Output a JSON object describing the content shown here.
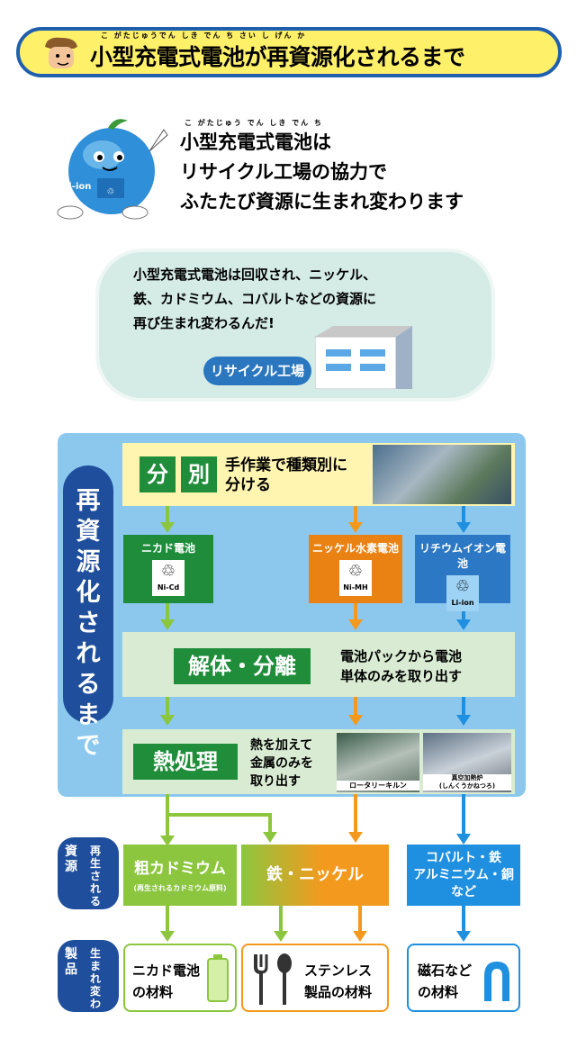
{
  "banner": {
    "title": "小型充電式電池が再資源化されるまで",
    "ruby": "こ がたじゅうでん しき でん  ち                さい  し  げん  か"
  },
  "intro": {
    "ruby": "こ  がたじゅう でん しき でん  ち",
    "line1": "小型充電式電池は",
    "line2": "リサイクル工場の協力で",
    "line3": "ふたたび資源に生まれ変わります",
    "mascot_label": "Li-ion"
  },
  "panel": {
    "line1": "小型充電式電池は回収され、ニッケル、",
    "line2": "鉄、カドミウム、コバルトなどの資源に",
    "line3": "再び生まれ変わるんだ!",
    "badge": "リサイクル工場"
  },
  "side_label": "再資源化されるまで",
  "sort": {
    "tag1": "分",
    "tag2": "別",
    "text1": "手作業で種類別に",
    "text2": "分ける"
  },
  "batteries": [
    {
      "name": "ニカド電池",
      "code": "Ni-Cd",
      "color": "#1e8c3a"
    },
    {
      "name": "ニッケル水素電池",
      "code": "Ni-MH",
      "color": "#e98212"
    },
    {
      "name": "リチウムイオン電池",
      "code": "Li-ion",
      "color": "#2d78c4"
    }
  ],
  "dismantle": {
    "tag": "解体・分離",
    "text1": "電池パックから電池",
    "text2": "単体のみを取り出す"
  },
  "heat": {
    "tag": "熱処理",
    "text1": "熱を加えて",
    "text2": "金属のみを",
    "text3": "取り出す",
    "photo1": "ロータリーキルン",
    "photo2a": "真空加熱炉",
    "photo2b": "(しんくうかねつろ)"
  },
  "resources": {
    "label": "資源",
    "label_side": "再生される",
    "items": [
      {
        "name": "粗カドミウム",
        "sub": "(再生されるカドミウム原料)",
        "color": "#8cc63f"
      },
      {
        "name": "鉄・ニッケル",
        "color": "#f39a1e"
      },
      {
        "name": "コバルト・鉄",
        "name2": "アルミニウム・銅",
        "name3": "など",
        "color": "#1f8fe0"
      }
    ]
  },
  "products": {
    "label": "製品",
    "label_side": "生まれ変わった",
    "items": [
      {
        "line1": "ニカド電池",
        "line2": "の材料"
      },
      {
        "line1": "ステンレス",
        "line2": "製品の材料"
      },
      {
        "line1": "磁石など",
        "line2": "の材料"
      }
    ]
  },
  "colors": {
    "green": "#1e8c3a",
    "orange": "#e98212",
    "blue": "#2d78c4",
    "navy": "#1f4f9c"
  }
}
